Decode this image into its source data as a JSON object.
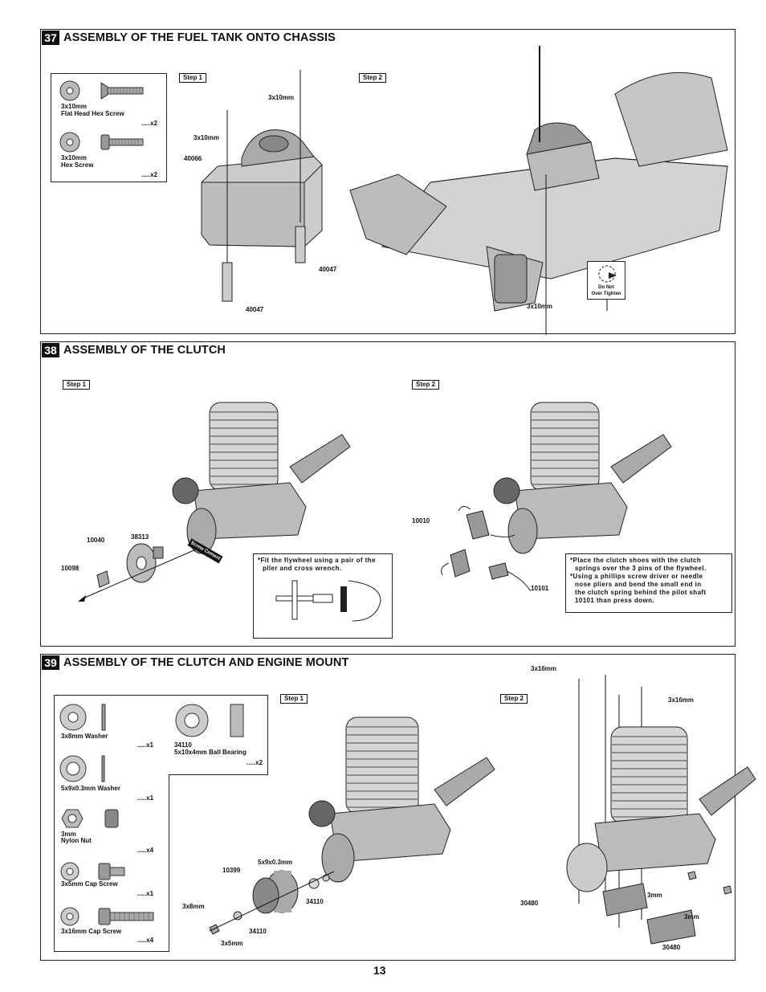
{
  "page_number": "13",
  "s37": {
    "num": "37",
    "title": "ASSEMBLY OF THE FUEL TANK ONTO CHASSIS",
    "step1": "Step 1",
    "step2": "Step 2",
    "parts": [
      {
        "size": "3x10mm",
        "name": "Flat Head Hex Screw",
        "qty": ".....x2"
      },
      {
        "size": "3x10mm",
        "name": "Hex Screw",
        "qty": ".....x2"
      }
    ],
    "labels": {
      "screw_a": "3x10mm",
      "screw_b": "3x10mm",
      "tank": "40066",
      "post_a": "40047",
      "post_b": "40047",
      "screw_c": "3x10mm"
    },
    "warning": [
      "Do Not",
      "Over Tighten"
    ]
  },
  "s38": {
    "num": "38",
    "title": "ASSEMBLY OF THE CLUTCH",
    "step1": "Step 1",
    "step2": "Step 2",
    "labels": {
      "p10040": "10040",
      "p38313": "38313",
      "p10098": "10098",
      "p10010": "10010",
      "p10101": "10101",
      "thread_lock": "Screw Cement"
    },
    "note1": [
      "*Fit the flywheel using a pair of the",
      "pller and cross wrench."
    ],
    "note2": [
      "*Place the clutch shoes with the clutch",
      "springs over the 3 pins of the flywheel.",
      "*Using a phillips screw driver or needle",
      "nose pliers and bend the small end in",
      "the clutch spring behind the pilot shaft",
      "10101 than press down."
    ]
  },
  "s39": {
    "num": "39",
    "title": "ASSEMBLY OF THE CLUTCH AND ENGINE MOUNT",
    "step1": "Step 1",
    "step2": "Step 2",
    "parts": [
      {
        "name": "3x8mm Washer",
        "qty": ".....x1"
      },
      {
        "name": "5x9x0.3mm Washer",
        "qty": ".....x1"
      },
      {
        "size": "3mm",
        "name": "Nylon Nut",
        "qty": ".....x4"
      },
      {
        "name": "3x5mm Cap Screw",
        "qty": ".....x1"
      },
      {
        "name": "3x16mm Cap Screw",
        "qty": ".....x4"
      }
    ],
    "bearing": {
      "code": "34110",
      "name": "5x10x4mm Ball Bearing",
      "qty": ".....x2"
    },
    "labels": {
      "washer": "5x9x0.3mm",
      "bell": "10399",
      "bearing_a": "34110",
      "bearing_b": "34110",
      "w3x8": "3x8mm",
      "s3x5": "3x5mm",
      "screw_top_a": "3x16mm",
      "screw_top_b": "3x16mm",
      "mount_a": "30480",
      "mount_b": "30480",
      "nut_a": "3mm",
      "nut_b": "3mm"
    }
  }
}
